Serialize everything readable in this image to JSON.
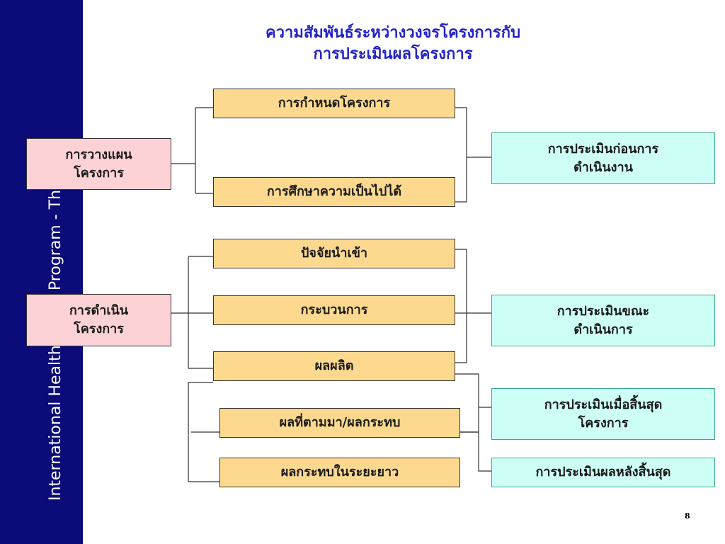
{
  "sidebar": {
    "text": "International Health Policy Program - Thailand"
  },
  "title": {
    "line1": "ความสัมพันธ์ระหว่างวงจรโครงการกับ",
    "line2": "การประเมินผลโครงการ"
  },
  "phases": {
    "planning": "การวางแผน\nโครงการ",
    "implementation": "การดำเนิน\nโครงการ"
  },
  "steps": {
    "definition": "การกำหนดโครงการ",
    "feasibility": "การศึกษาความเป็นไปได้",
    "inputs": "ปัจจัยนำเข้า",
    "process": "กระบวนการ",
    "outputs": "ผลผลิต",
    "outcomes": "ผลที่ตามมา/ผลกระทบ",
    "long_term_impact": "ผลกระทบในระยะยาว"
  },
  "evaluations": {
    "pre": "การประเมินก่อนการ\nดำเนินงาน",
    "during": "การประเมินขณะ\nดำเนินการ",
    "end": "การประเมินเมื่อสิ้นสุด\nโครงการ",
    "post": "การประเมินผลหลังสิ้นสุด"
  },
  "page_number": "8",
  "colors": {
    "sidebar": "#0b0b7a",
    "title": "#2323c8",
    "step_fill": "#fdd98f",
    "phase_fill": "#fdd2d6",
    "eval_fill": "#cdfff7",
    "eval_border": "#3aaa88"
  }
}
